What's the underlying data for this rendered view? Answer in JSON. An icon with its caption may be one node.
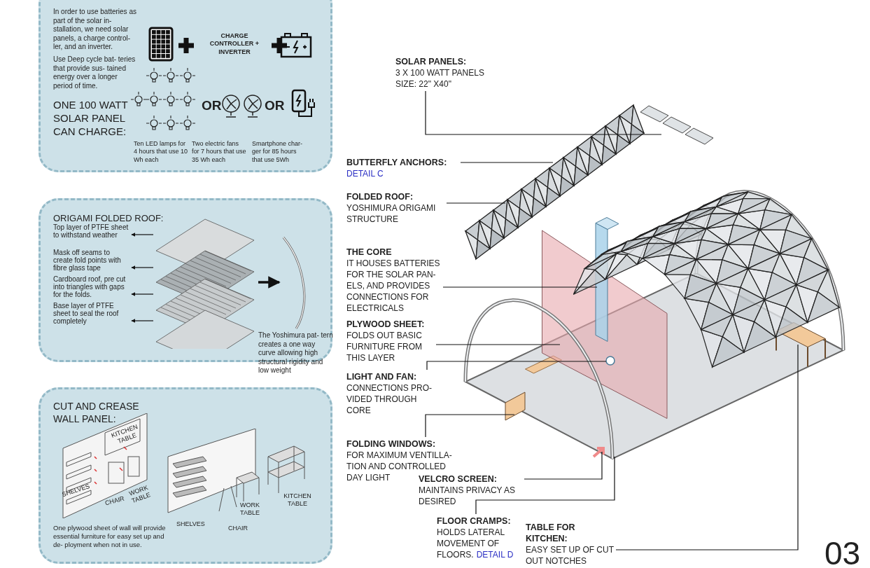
{
  "diagram": {
    "nodes": [
      {
        "text": [
          "In order to use batteries as part of the solar in- stallation, we need solar panels, a charge control- ler, and an inverter.",
          "Use Deep cycle bat- teries that provide sus- tained energy over a longer period of time.",
          "ONE 100 WATT SOLAR PANEL CAN CHARGE:",
          "CHARGE CONTROLLER + INVERTER",
          "OR",
          "OR",
          "Ten LED lamps for 4 hours that use 10 Wh each",
          "Two electric fans for 7 hours that use 35 Wh each",
          "Smartphone char- ger for 85 hours that use 5Wh"
        ]
      },
      {
        "text": [
          "ORIGAMI FOLDED ROOF:"
        ]
      },
      {
        "text": [
          "Top layer of PTFE sheet to withstand weather"
        ],
        "in": 1
      },
      {
        "text": [
          "Mask off seams to create fold points with fibre glass tape"
        ],
        "in": 1
      },
      {
        "text": [
          "Cardboard roof, pre cut into triangles with gaps for the folds."
        ],
        "in": 1
      },
      {
        "text": [
          "Base layer of PTFE sheet to seal the roof completely"
        ],
        "in": 1
      },
      {
        "text": [],
        "shape": "picture",
        "in": 1
      },
      {
        "text": [],
        "shape": "picture",
        "in": 1,
        "beside": [
          "The Yoshimura pat- tern creates a one way curve allowing high structural rigidity and low weight"
        ]
      },
      {
        "text": [
          "CUT AND CREASE WALL PANEL:",
          "One plywood sheet of wall will provide essential furniture for easy set up and de- ployment when not in use."
        ]
      },
      {
        "text": [],
        "shape": "picture"
      },
      {
        "text": [
          "SOLAR PANELS:",
          "3 X 100 WATT PANELS SIZE: 22\" X40\""
        ]
      },
      {
        "text": [
          "BUTTERFLY ANCHORS:",
          "DETAIL C"
        ]
      },
      {
        "text": [
          "FOLDED ROOF:",
          "YOSHIMURA ORIGAMI STRUCTURE"
        ]
      },
      {
        "text": [
          "THE CORE",
          "IT HOUSES BATTERIES FOR THE SOLAR PAN- ELS, AND PROVIDES CONNECTIONS FOR ELECTRICALS"
        ]
      },
      {
        "text": [
          "PLYWOOD SHEET:",
          "FOLDS OUT BASIC FURNITURE FROM THIS LAYER"
        ]
      },
      {
        "text": [
          "LIGHT AND FAN:",
          "CONNECTIONS PRO- VIDED THROUGH CORE"
        ]
      },
      {
        "text": [
          "FOLDING WINDOWS:",
          "FOR MAXIMUM VENTILLA- TION AND CONTROLLED DAY LIGHT"
        ]
      },
      {
        "text": [
          "VELCRO SCREEN:",
          "MAINTAINS PRIVACY AS DESIRED"
        ]
      },
      {
        "text": [
          "FLOOR CRAMPS:",
          "HOLDS LATERAL MOVEMENT OF FLOORS.",
          "DETAIL D"
        ]
      },
      {
        "text": [
          "TABLE FOR KITCHEN:",
          "EASY SET UP OF CUT OUT NOTCHES"
        ]
      }
    ],
    "edges": [
      {
        "from": 6,
        "to": 2,
        "arrow": "to"
      },
      {
        "from": 6,
        "to": 3,
        "arrow": "to"
      },
      {
        "from": 6,
        "to": 4,
        "arrow": "to"
      },
      {
        "from": 6,
        "to": 5,
        "arrow": "to"
      },
      {
        "from": 6,
        "to": 7,
        "arrow": "to",
        "style": "thick"
      },
      {
        "from": 10,
        "to": 9,
        "arrow": "none"
      },
      {
        "from": 11,
        "to": 9,
        "arrow": "none"
      },
      {
        "from": 12,
        "to": 9,
        "arrow": "none"
      },
      {
        "from": 13,
        "to": 9,
        "arrow": "none"
      },
      {
        "from": 14,
        "to": 9,
        "arrow": "none"
      },
      {
        "from": 15,
        "to": 9,
        "arrow": "none"
      },
      {
        "from": 16,
        "to": 9,
        "arrow": "none"
      },
      {
        "from": 17,
        "to": 9,
        "arrow": "none"
      },
      {
        "from": 18,
        "to": 9,
        "arrow": "none"
      },
      {
        "from": 19,
        "to": 9,
        "arrow": "none"
      }
    ],
    "labels": [
      "KITCHEN TABLE",
      "SHELVES",
      "CHAIR",
      "WORK TABLE",
      "KITCHEN TABLE",
      "WORK TABLE",
      "SHELVES",
      "CHAIR",
      "03"
    ]
  }
}
